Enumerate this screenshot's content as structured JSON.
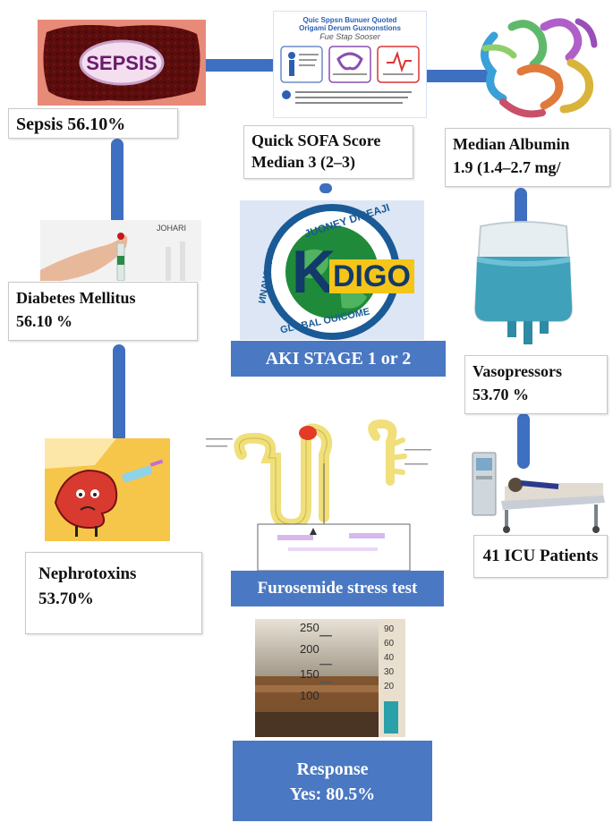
{
  "sepsis": {
    "badge": "SEPSIS",
    "label": "Sepsis 56.10%"
  },
  "qsofa": {
    "card_title_1": "Quic Sppsn Bunuer Quoted",
    "card_title_2": "Origami Derum Guxnonstions",
    "card_title_3": "Fue Stap Sooser",
    "line1": "Quick SOFA Score",
    "line2": "Median 3 (2–3)"
  },
  "albumin": {
    "line1": "Median Albumin",
    "line2": "1.9 (1.4–2.7 mg/"
  },
  "diabetes": {
    "photo_text": "JOHARI",
    "line1": "Diabetes Mellitus",
    "line2": "56.10 %"
  },
  "kdigo": {
    "logo_letters": "DIGO",
    "logo_k": "K",
    "ring_top": "JUONEY DISEAJI",
    "ring_left": "ИNAVOYAJI",
    "ring_bottom": "GLOBAL OUICOME",
    "label": "AKI STAGE 1 or 2"
  },
  "vasopressors": {
    "line1": "Vasopressors",
    "line2": "53.70 %"
  },
  "nephrotoxins": {
    "line1": "Nephrotoxins",
    "line2": "53.70%"
  },
  "furosemide": {
    "label": "Furosemide stress test"
  },
  "icu": {
    "label": "41 ICU Patients"
  },
  "cylinder": {
    "ticks": [
      "250",
      "200",
      "150",
      "100"
    ],
    "side_ticks": [
      "90",
      "60",
      "40",
      "30",
      "20"
    ]
  },
  "response": {
    "line1": "Response",
    "line2": "Yes: 80.5%"
  },
  "colors": {
    "connector": "#3e6fc0",
    "label_box": "#4a78c2",
    "sepsis_bg": "#e88a78"
  }
}
